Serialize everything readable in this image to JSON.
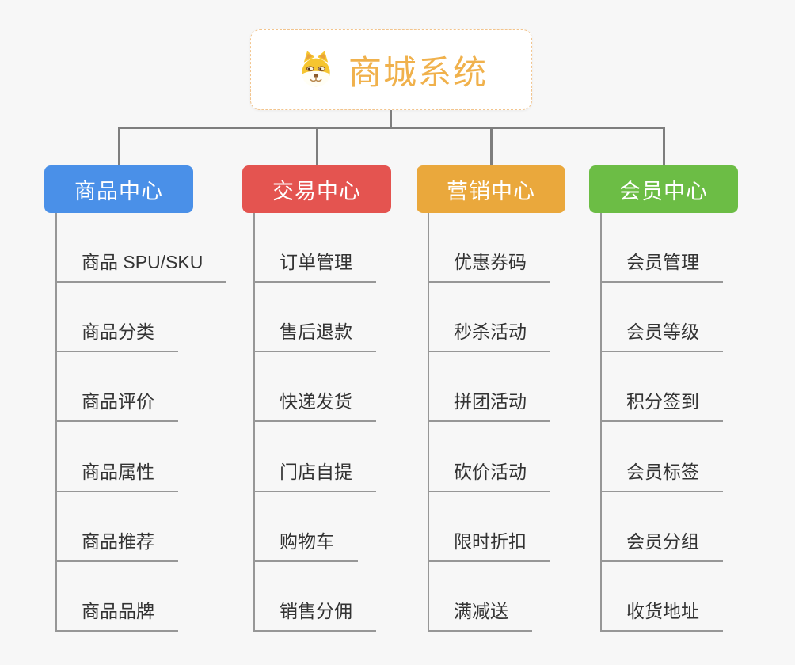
{
  "root": {
    "label": "商城系统",
    "icon": "dog-face-icon",
    "text_color": "#f0b14c",
    "border_color": "#f2c48d"
  },
  "connector_color": "#7e7e7e",
  "leaf_line_color": "#979797",
  "background_color": "#f7f7f7",
  "branches": [
    {
      "id": "product-center",
      "label": "商品中心",
      "color": "#4a90e8",
      "items": [
        "商品 SPU/SKU",
        "商品分类",
        "商品评价",
        "商品属性",
        "商品推荐",
        "商品品牌"
      ]
    },
    {
      "id": "trade-center",
      "label": "交易中心",
      "color": "#e45450",
      "items": [
        "订单管理",
        "售后退款",
        "快递发货",
        "门店自提",
        "购物车",
        "销售分佣"
      ]
    },
    {
      "id": "marketing-center",
      "label": "营销中心",
      "color": "#eaa83c",
      "items": [
        "优惠券码",
        "秒杀活动",
        "拼团活动",
        "砍价活动",
        "限时折扣",
        "满减送"
      ]
    },
    {
      "id": "member-center",
      "label": "会员中心",
      "color": "#6cbd45",
      "items": [
        "会员管理",
        "会员等级",
        "积分签到",
        "会员标签",
        "会员分组",
        "收货地址"
      ]
    }
  ]
}
